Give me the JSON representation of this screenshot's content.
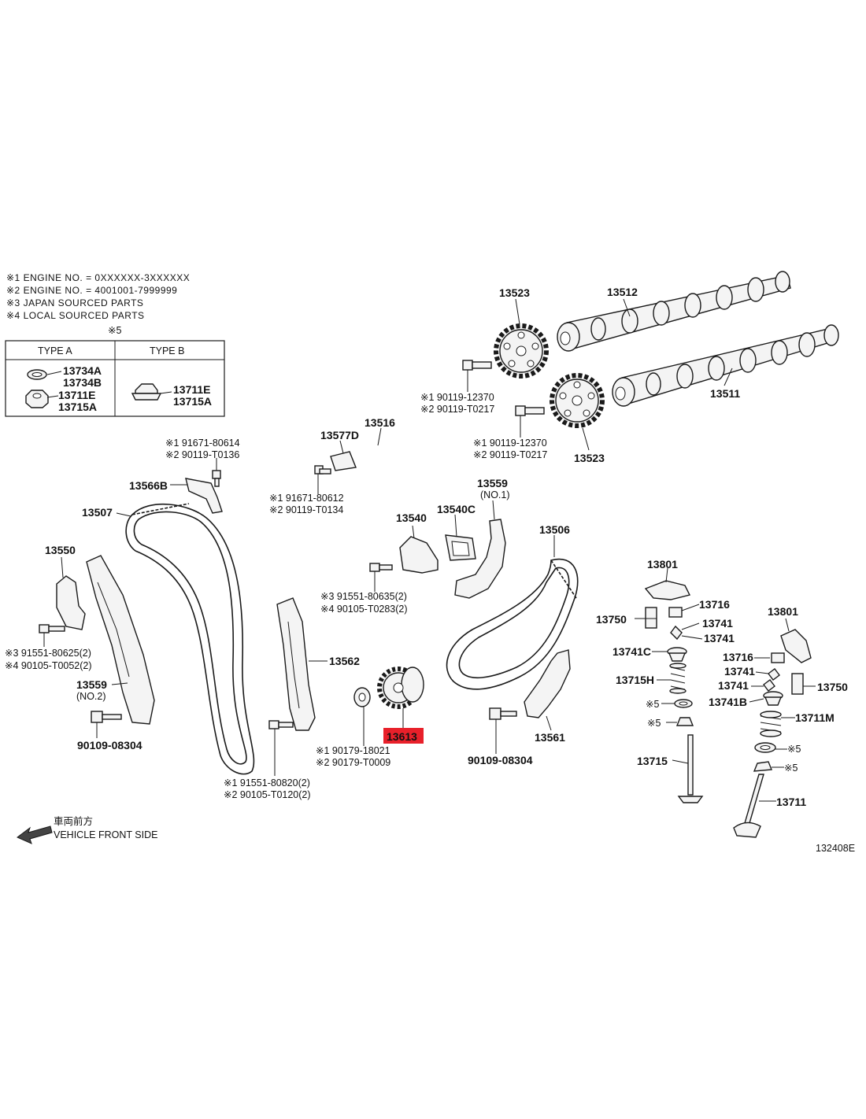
{
  "notes": [
    "※1  ENGINE NO. = 0XXXXXX-3XXXXXX",
    "※2  ENGINE NO. = 4001001-7999999",
    "※3  JAPAN SOURCED PARTS",
    "※4  LOCAL SOURCED PARTS"
  ],
  "type_table": {
    "mark": "※5",
    "type_a": "TYPE A",
    "type_b": "TYPE B",
    "a_labels": [
      "13734A",
      "13734B",
      "13711E",
      "13715A"
    ],
    "b_labels": [
      "13711E",
      "13715A"
    ]
  },
  "labels": {
    "p13523_top": "13523",
    "p13512": "13512",
    "p13511": "13511",
    "p13523_bot": "13523",
    "bolt1_a": "※1  90119-12370",
    "bolt1_b": "※2  90119-T0217",
    "bolt2_a": "※1  90119-12370",
    "bolt2_b": "※2  90119-T0217",
    "p13577d": "13577D",
    "p13516": "13516",
    "p13577d_bolt_a": "※1  91671-80612",
    "p13577d_bolt_b": "※2  90119-T0134",
    "p13566b_bolt_a": "※1  91671-80614",
    "p13566b_bolt_b": "※2  90119-T0136",
    "p13566b": "13566B",
    "p13507": "13507",
    "p13550": "13550",
    "p13550_bolt_a": "※3 91551-80625(2)",
    "p13550_bolt_b": "※4 90105-T0052(2)",
    "p13559_no2": "13559",
    "p13559_no2_sub": "(NO.2)",
    "p90109_left": "90109-08304",
    "p13562": "13562",
    "p13562_bolt_a": "※1  91551-80820(2)",
    "p13562_bolt_b": "※2  90105-T0120(2)",
    "p13540": "13540",
    "p13540c": "13540C",
    "p13540_bolt_a": "※3 91551-80635(2)",
    "p13540_bolt_b": "※4 90105-T0283(2)",
    "p13559_no1": "13559",
    "p13559_no1_sub": "(NO.1)",
    "p13506": "13506",
    "p13613": "13613",
    "p13613_nut_a": "※1  90179-18021",
    "p13613_nut_b": "※2  90179-T0009",
    "p13561": "13561",
    "p90109_right": "90109-08304",
    "p13801_a": "13801",
    "p13716_a": "13716",
    "p13750_a": "13750",
    "p13741_a": "13741",
    "p13741_b": "13741",
    "p13741c": "13741C",
    "p13715h": "13715H",
    "mark5_a": "※5",
    "mark5_b": "※5",
    "p13715": "13715",
    "p13801_b": "13801",
    "p13716_b": "13716",
    "p13741_c": "13741",
    "p13741_d": "13741",
    "p13750_b": "13750",
    "p13741b": "13741B",
    "p13711m": "13711M",
    "mark5_c": "※5",
    "mark5_d": "※5",
    "p13711": "13711"
  },
  "front": {
    "jp": "車両前方",
    "en": "VEHICLE FRONT SIDE"
  },
  "ref_code": "132408E",
  "colors": {
    "highlight": "#e8202a",
    "ink": "#1a1a1a"
  }
}
